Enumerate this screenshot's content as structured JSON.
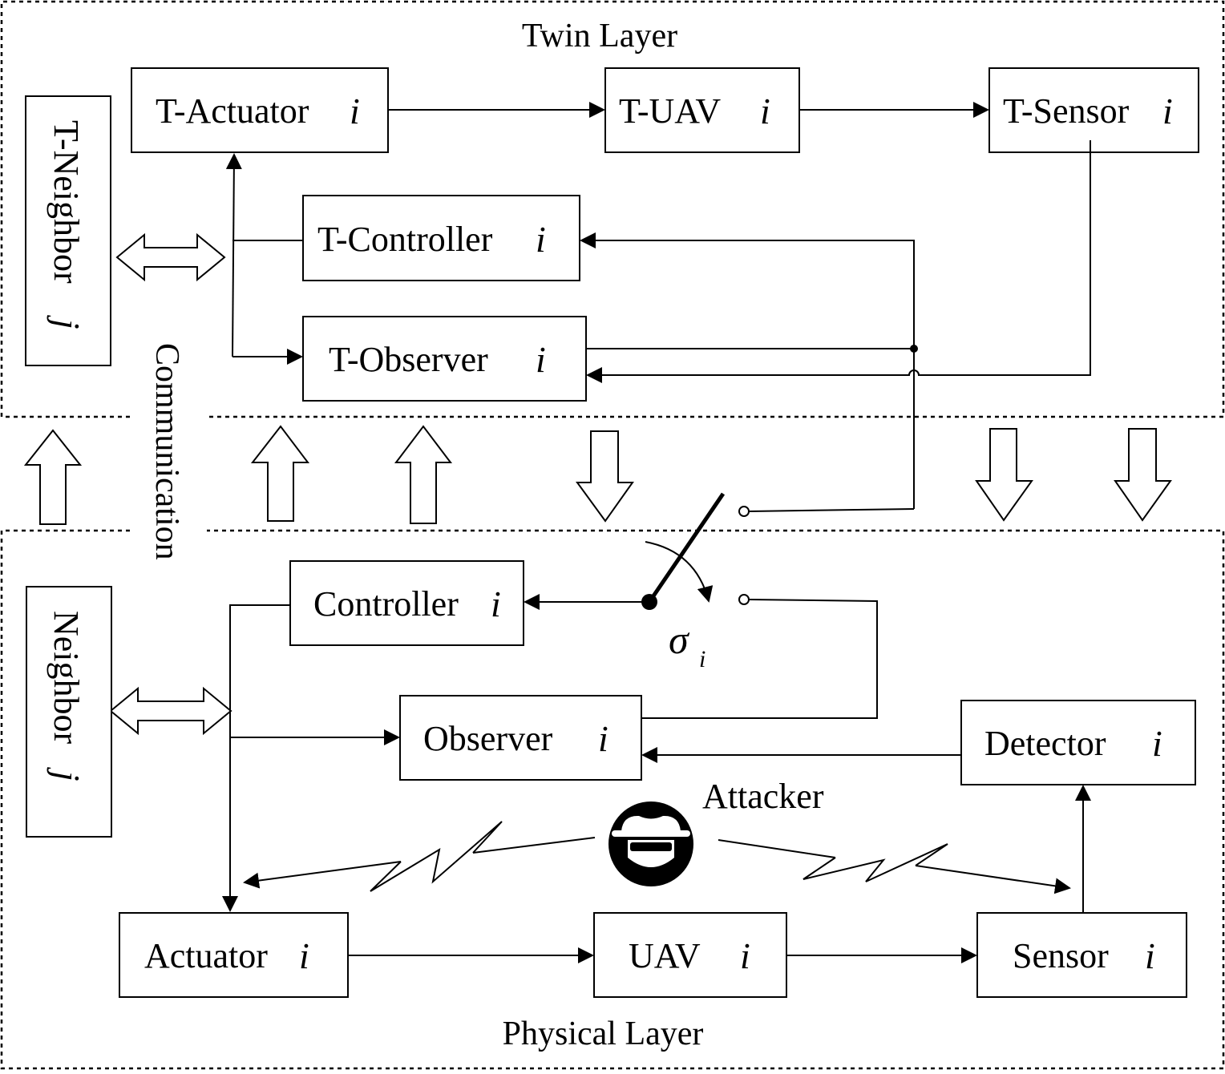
{
  "twin_layer": {
    "title": "Twin Layer",
    "t_actuator": {
      "label": "T-Actuator",
      "index": "i"
    },
    "t_uav": {
      "label": "T-UAV",
      "index": "i"
    },
    "t_sensor": {
      "label": "T-Sensor",
      "index": "i"
    },
    "t_controller": {
      "label": "T-Controller",
      "index": "i"
    },
    "t_observer": {
      "label": "T-Observer",
      "index": "i"
    },
    "t_neighbor": {
      "label": "T-Neighbor",
      "index": "j"
    }
  },
  "physical_layer": {
    "title": "Physical Layer",
    "controller": {
      "label": "Controller",
      "index": "i"
    },
    "observer": {
      "label": "Observer",
      "index": "i"
    },
    "detector": {
      "label": "Detector",
      "index": "i"
    },
    "actuator": {
      "label": "Actuator",
      "index": "i"
    },
    "uav": {
      "label": "UAV",
      "index": "i"
    },
    "sensor": {
      "label": "Sensor",
      "index": "i"
    },
    "neighbor": {
      "label": "Neighbor",
      "index": "j"
    }
  },
  "communication_label": "Communication",
  "switch": {
    "symbol": "σ",
    "subscript": "i"
  },
  "attacker": {
    "label": "Attacker",
    "icon": "spy-hat-glasses-icon"
  }
}
